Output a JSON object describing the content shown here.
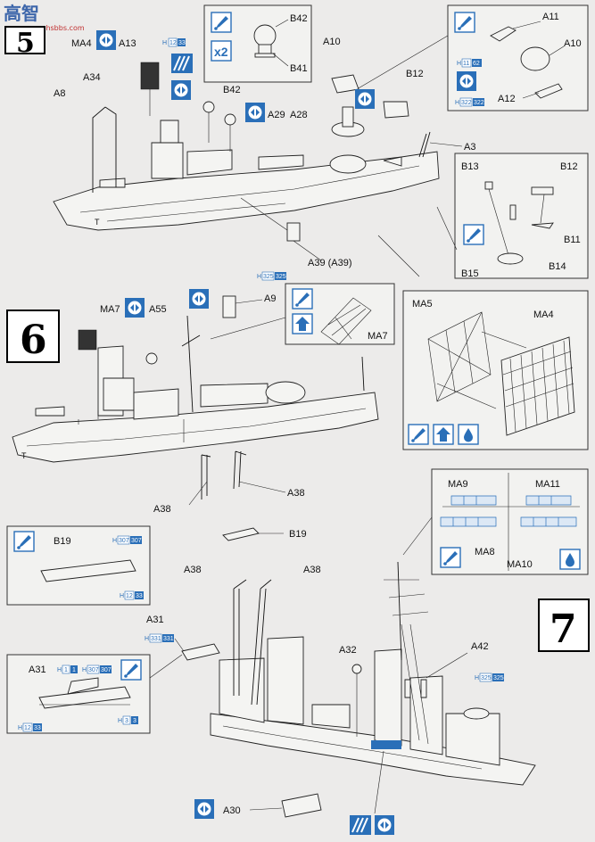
{
  "steps": {
    "five": "5",
    "six": "6",
    "seven": "7"
  },
  "watermark": {
    "logo": "高智",
    "site": "www.hsbbs.com"
  },
  "icons": {
    "glue": "glue-icon",
    "no_glue": "no-glue-icon",
    "flip": "flip-icon",
    "paint": "paint-drop-icon",
    "stripes": "decal-stripes-icon",
    "fold": "fold-up-icon"
  },
  "labels": {
    "ma4_top": "MA4",
    "a13": "A13",
    "a34": "A34",
    "a8": "A8",
    "b42_top": "B42",
    "b42": "B42",
    "b41": "B41",
    "a10": "A10",
    "b12": "B12",
    "a29": "A29",
    "a28": "A28",
    "a3": "A3",
    "a11": "A11",
    "a10_inset": "A10",
    "a12": "A12",
    "b13": "B13",
    "b12_inset": "B12",
    "b11": "B11",
    "b14": "B14",
    "b15": "B15",
    "a39": "A39 (A39)",
    "ma7": "MA7",
    "a55": "A55",
    "a9": "A9",
    "ma7_inset": "MA7",
    "ma5": "MA5",
    "ma4": "MA4",
    "a38_left": "A38",
    "a38_right": "A38",
    "b19": "B19",
    "b19_inset": "B19",
    "ma9": "MA9",
    "ma11": "MA11",
    "ma8": "MA8",
    "ma10": "MA10",
    "a38_s7_left": "A38",
    "a38_s7_right": "A38",
    "a31": "A31",
    "a32": "A32",
    "a42": "A42",
    "a31_inset": "A31",
    "a30": "A30"
  },
  "x2": "x2",
  "hcodes": {
    "h12_33_top": [
      "H",
      "12",
      "33"
    ],
    "h11_62": [
      "H",
      "11",
      "62"
    ],
    "h322_322": [
      "H",
      "322",
      "322"
    ],
    "h325_325_a39": [
      "H",
      "325",
      "325"
    ],
    "h307_307_b19": [
      "H",
      "307",
      "307"
    ],
    "h12_33_b19": [
      "H",
      "12",
      "33"
    ],
    "h331_331": [
      "H",
      "331",
      "331"
    ],
    "h1_1": [
      "H",
      "1",
      "1"
    ],
    "h307_307_a31": [
      "H",
      "307",
      "307"
    ],
    "h12_33_a31": [
      "H",
      "12",
      "33"
    ],
    "h3_3": [
      "H",
      "3",
      "3"
    ],
    "h325_325_a42": [
      "H",
      "325",
      "325"
    ]
  },
  "colors": {
    "accent": "#2a6fb8",
    "ink": "#111111",
    "paper": "#ecebea"
  }
}
